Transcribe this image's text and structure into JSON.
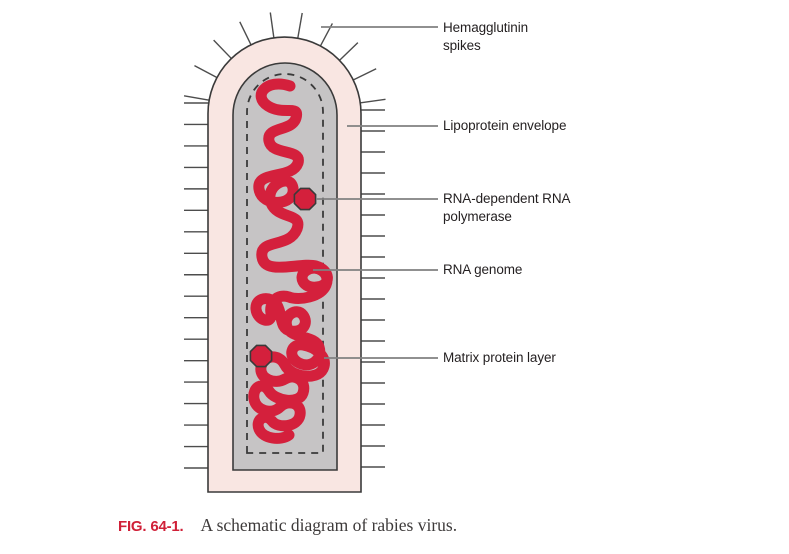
{
  "figure": {
    "labels": {
      "hemagglutinin": "Hemagglutinin\nspikes",
      "lipoprotein": "Lipoprotein envelope",
      "polymerase": "RNA-dependent RNA\npolymerase",
      "rna_genome": "RNA genome",
      "matrix": "Matrix protein layer"
    },
    "caption": {
      "tag": "FIG. 64-1.",
      "text": "A schematic diagram of rabies virus."
    }
  },
  "colors": {
    "envelope_fill": "#f9e6e2",
    "capsid_fill": "#c6c4c5",
    "rna_red": "#d4203c",
    "outline": "#3a3a3a",
    "leader_line": "#818181",
    "spike": "#4d4d4d",
    "label_text": "#231f20",
    "caption_tag_red": "#d02038",
    "caption_text": "#3d3a3a"
  },
  "diagram": {
    "side_spike_count": 18,
    "arc_spike_count": 10
  }
}
